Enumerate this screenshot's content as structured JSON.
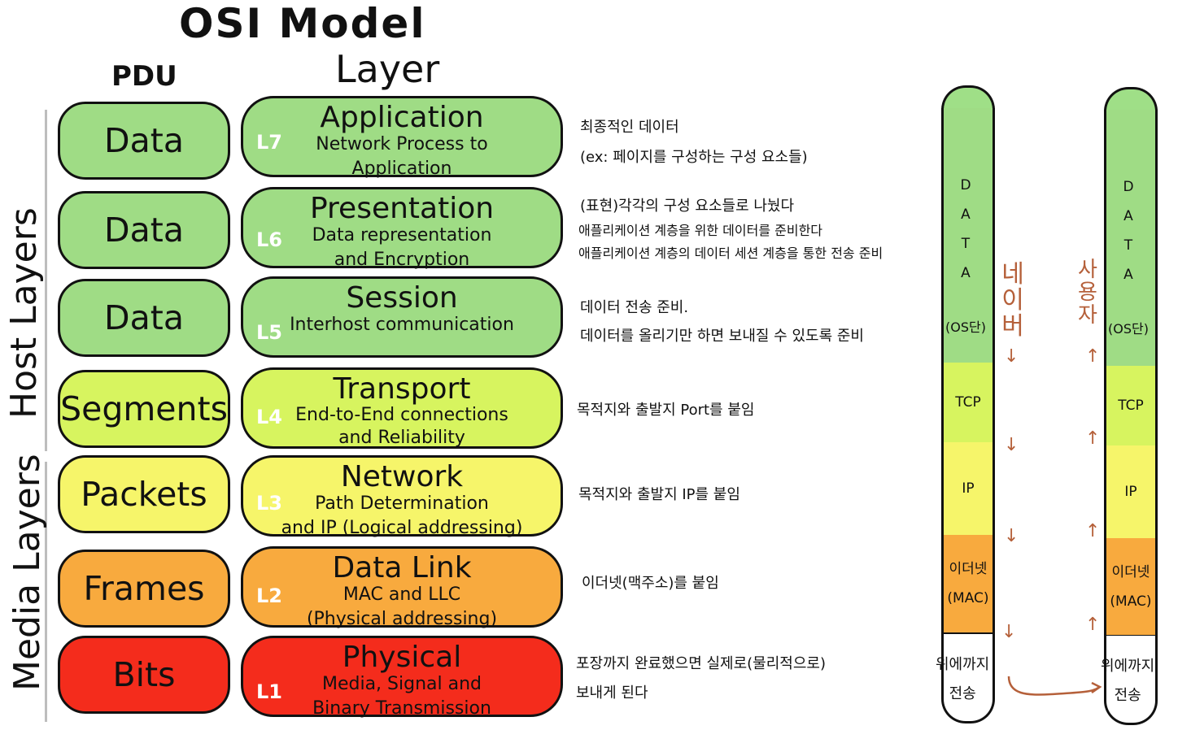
{
  "title": "OSI  Model",
  "headers": {
    "pdu": "PDU",
    "layer": "Layer"
  },
  "groups": {
    "host": "Host Layers",
    "media": "Media Layers"
  },
  "layers": [
    {
      "num": "L7",
      "name": "Application",
      "desc": "Network Process to\nApplication",
      "pdu": "Data",
      "color": "#9fdc85",
      "note1": "최종적인 데이터",
      "note2": "(ex: 페이지를 구성하는 구성 요소들)",
      "note3": ""
    },
    {
      "num": "L6",
      "name": "Presentation",
      "desc": "Data representation\nand Encryption",
      "pdu": "Data",
      "color": "#9fdc85",
      "note1": "(표현)각각의 구성 요소들로 나눴다",
      "note2": "애플리케이션 계층을 위한 데이터를 준비한다",
      "note3": "애플리케이션 계층의 데이터 세션 계층을 통한 전송 준비"
    },
    {
      "num": "L5",
      "name": "Session",
      "desc": "Interhost communication",
      "pdu": "Data",
      "color": "#9fdc85",
      "note1": "데이터 전송 준비.",
      "note2": "데이터를 올리기만 하면 보내질 수 있도록 준비",
      "note3": ""
    },
    {
      "num": "L4",
      "name": "Transport",
      "desc": "End-to-End connections\nand Reliability",
      "pdu": "Segments",
      "color": "#d7f45f",
      "note1": "목적지와 출발지 Port를 붙임",
      "note2": "",
      "note3": ""
    },
    {
      "num": "L3",
      "name": "Network",
      "desc": "Path Determination\nand IP (Logical addressing)",
      "pdu": "Packets",
      "color": "#f6f56a",
      "note1": "목적지와 출발지 IP를 붙임",
      "note2": "",
      "note3": ""
    },
    {
      "num": "L2",
      "name": "Data Link",
      "desc": "MAC and LLC\n(Physical addressing)",
      "pdu": "Frames",
      "color": "#f8aa3e",
      "note1": "이더넷(맥주소)를 붙임",
      "note2": "",
      "note3": ""
    },
    {
      "num": "L1",
      "name": "Physical",
      "desc": "Media, Signal and\nBinary Transmission",
      "pdu": "Bits",
      "color": "#f42c1c",
      "note1": "포장까지 완료했으면 실제로(물리적으로)",
      "note2": "보내게 된다",
      "note3": ""
    }
  ],
  "stacks": {
    "data_letters": [
      "D",
      "A",
      "T",
      "A"
    ],
    "data_suffix": "(OS단)",
    "tcp": "TCP",
    "ip": "IP",
    "eth1": "이더넷",
    "eth2": "(MAC)",
    "bottom1": "위에까지",
    "bottom2": "전송",
    "left_hand": "네이버",
    "right_hand": "사용자"
  },
  "colors": {
    "data": "#9fdc85",
    "tcp": "#d7f45f",
    "ip": "#f6f56a",
    "eth": "#f8aa3e",
    "hand": "#b5603a"
  }
}
